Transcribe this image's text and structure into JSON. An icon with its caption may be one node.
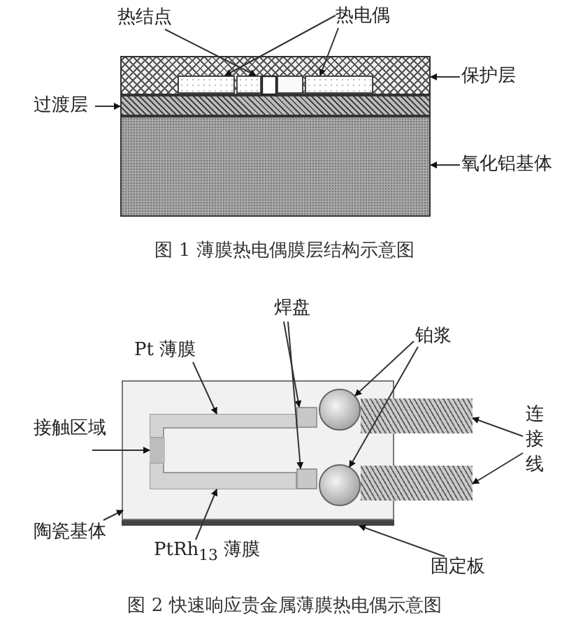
{
  "diagram": {
    "nodes": [
      {
        "text": [
          "热结点"
        ]
      },
      {
        "text": [
          "热电偶"
        ]
      },
      {
        "text": [
          "保护层"
        ]
      },
      {
        "text": [
          "过渡层"
        ]
      },
      {
        "text": [
          "氧化铝基体"
        ]
      },
      {
        "text": [],
        "shape": "box"
      },
      {
        "text": [],
        "shape": "box"
      },
      {
        "text": [],
        "shape": "box"
      },
      {
        "text": [],
        "shape": "box",
        "in": 5
      },
      {
        "text": [],
        "shape": "box",
        "in": 5
      },
      {
        "text": [],
        "shape": "box",
        "in": 5
      },
      {
        "text": [
          "焊盘"
        ]
      },
      {
        "text": [
          "铂浆"
        ]
      },
      {
        "text": [
          "Pt 薄膜"
        ]
      },
      {
        "text": [
          "接触区域"
        ]
      },
      {
        "text": [
          "连接线"
        ]
      },
      {
        "text": [
          "陶瓷基体"
        ]
      },
      {
        "text": [
          "PtRh$_{13}$ 薄膜"
        ]
      },
      {
        "text": [
          "固定板"
        ]
      },
      {
        "text": [],
        "shape": "box"
      },
      {
        "text": [],
        "shape": "box",
        "in": 19
      },
      {
        "text": [],
        "shape": "box",
        "in": 19
      },
      {
        "text": [],
        "shape": "box",
        "in": 19
      },
      {
        "text": [],
        "shape": "box",
        "in": 19
      },
      {
        "text": [],
        "shape": "box",
        "in": 19
      },
      {
        "text": [],
        "shape": "circle",
        "in": 19
      },
      {
        "text": [],
        "shape": "circle",
        "in": 19
      },
      {
        "text": [],
        "shape": "box"
      },
      {
        "text": [],
        "shape": "box"
      },
      {
        "text": [],
        "shape": "bar"
      }
    ],
    "edges": [
      {
        "from": 0,
        "to": 9,
        "arrow": "to"
      },
      {
        "from": 1,
        "to": 8,
        "arrow": "to"
      },
      {
        "from": 1,
        "to": 10,
        "arrow": "to"
      },
      {
        "from": 2,
        "to": 5,
        "arrow": "to"
      },
      {
        "from": 3,
        "to": 6,
        "arrow": "to"
      },
      {
        "from": 4,
        "to": 7,
        "arrow": "to"
      },
      {
        "from": 11,
        "to": 23,
        "arrow": "to"
      },
      {
        "from": 11,
        "to": 24,
        "arrow": "to"
      },
      {
        "from": 12,
        "to": 25,
        "arrow": "to"
      },
      {
        "from": 12,
        "to": 26,
        "arrow": "to"
      },
      {
        "from": 13,
        "to": 20,
        "arrow": "to"
      },
      {
        "from": 14,
        "to": 22,
        "arrow": "to"
      },
      {
        "from": 15,
        "to": 27,
        "arrow": "to"
      },
      {
        "from": 15,
        "to": 28,
        "arrow": "to"
      },
      {
        "from": 16,
        "to": 19,
        "arrow": "to"
      },
      {
        "from": 17,
        "to": 21,
        "arrow": "to"
      },
      {
        "from": 18,
        "to": 29,
        "arrow": "to"
      }
    ],
    "labels": [
      "图 1 薄膜热电偶膜层结构示意图",
      "图 2 快速响应贵金属薄膜热电偶示意图"
    ]
  }
}
